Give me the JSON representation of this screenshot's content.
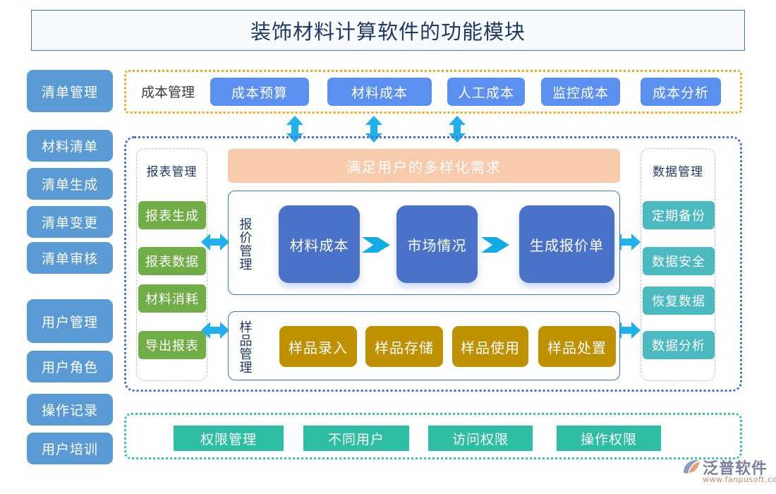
{
  "page": {
    "title": "装饰材料计算软件的功能模块"
  },
  "sidebar": {
    "items": [
      {
        "label": "清单管理"
      },
      {
        "label": "材料清单"
      },
      {
        "label": "清单生成"
      },
      {
        "label": "清单变更"
      },
      {
        "label": "清单审核"
      },
      {
        "label": "用户管理"
      },
      {
        "label": "用户角色"
      },
      {
        "label": "操作记录"
      },
      {
        "label": "用户培训"
      }
    ]
  },
  "cost_section": {
    "label": "成本管理",
    "buttons": [
      {
        "label": "成本预算"
      },
      {
        "label": "材料成本"
      },
      {
        "label": "人工成本"
      },
      {
        "label": "监控成本"
      },
      {
        "label": "成本分析"
      }
    ]
  },
  "main_panel": {
    "banner": "满足用户的多样化需求",
    "report_column": {
      "header": "报表管理",
      "items": [
        {
          "label": "报表生成"
        },
        {
          "label": "报表数据"
        },
        {
          "label": "材料消耗"
        },
        {
          "label": "导出报表"
        }
      ]
    },
    "data_column": {
      "header": "数据管理",
      "items": [
        {
          "label": "定期备份"
        },
        {
          "label": "数据安全"
        },
        {
          "label": "恢复数据"
        },
        {
          "label": "数据分析"
        }
      ]
    },
    "quote_card": {
      "vertical_label": "报价管理",
      "steps": [
        {
          "label": "材料成本"
        },
        {
          "label": "市场情况"
        },
        {
          "label": "生成报价单"
        }
      ]
    },
    "sample_card": {
      "vertical_label": "样品管理",
      "items": [
        {
          "label": "样品录入"
        },
        {
          "label": "样品存储"
        },
        {
          "label": "样品使用"
        },
        {
          "label": "样品处置"
        }
      ]
    }
  },
  "permission_section": {
    "buttons": [
      {
        "label": "权限管理"
      },
      {
        "label": "不同用户"
      },
      {
        "label": "访问权限"
      },
      {
        "label": "操作权限"
      }
    ]
  },
  "logo": {
    "name": "泛普软件",
    "url": "www.fanpusoft.com"
  },
  "colors": {
    "title_border": "#4472c4",
    "sidebar_button": "#5b9bd5",
    "cost_button": "#5b8ff0",
    "cost_dashed_border": "#ecab1f",
    "main_dotted_border": "#4a6fd0",
    "banner": "#f8cbad",
    "report_chip": "#70ad47",
    "data_chip": "#4bb9c0",
    "flow_box": "#4a72c8",
    "sample_box": "#bf9000",
    "permission_button": "#2dbea4",
    "permission_dashed_border": "#3ac2ae",
    "arrow": "#20b0ec"
  }
}
